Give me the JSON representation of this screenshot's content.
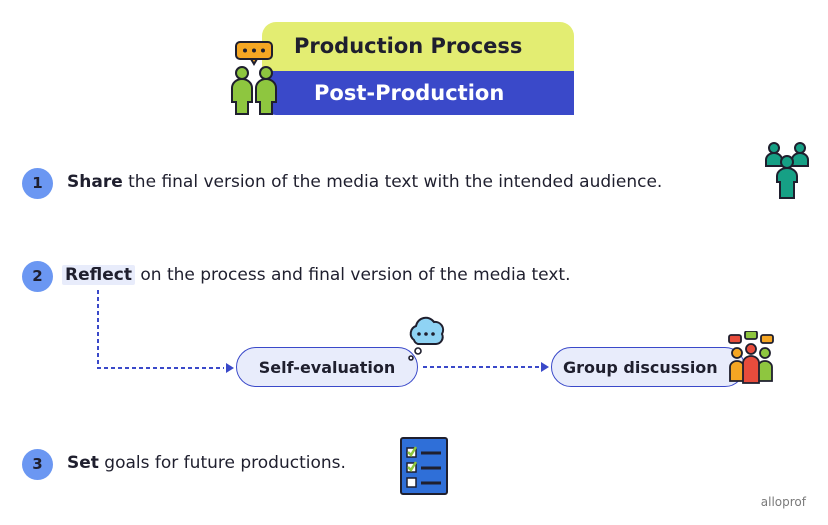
{
  "header": {
    "title": "Production Process",
    "subtitle": "Post-Production",
    "icon": "speaking-people-icon"
  },
  "steps": [
    {
      "number": "1",
      "bold": "Share",
      "rest": " the final version of the media text with the intended audience.",
      "icon": "audience-icon"
    },
    {
      "number": "2",
      "bold": "Reflect",
      "rest": " on the process and final version of the media text."
    },
    {
      "number": "3",
      "bold": "Set",
      "rest": " goals for future productions.",
      "icon": "checklist-icon"
    }
  ],
  "reflect": {
    "self_evaluation": "Self-evaluation",
    "group_discussion": "Group discussion",
    "thought_icon": "thought-bubble-icon",
    "group_icon": "group-discussion-icon"
  },
  "footer": {
    "brand": "alloprof"
  },
  "colors": {
    "yellow": "#e3ed72",
    "blue": "#3a49c9",
    "circle": "#6b97f2",
    "pill_fill": "#e8ecfb",
    "green": "#8ec63f",
    "teal": "#16a085"
  }
}
